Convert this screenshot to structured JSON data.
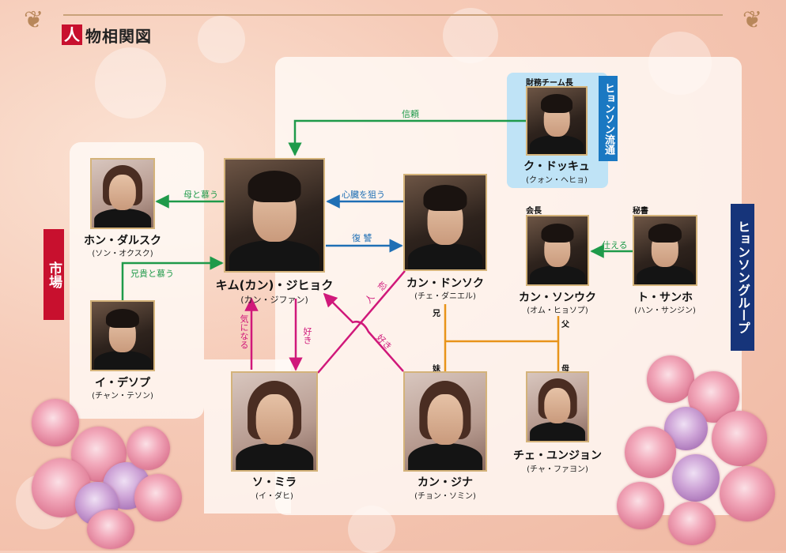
{
  "header": {
    "title_first": "人",
    "title_rest": "物相関図"
  },
  "groups": {
    "market": "市場",
    "hyunsung_group": "ヒョンソングループ",
    "hyunsung_distribution": "ヒョンソン流通"
  },
  "characters": {
    "jihyuk": {
      "name": "キム(カン)・ジヒョク",
      "actor": "(カン・ジファン)"
    },
    "dalsuk": {
      "name": "ホン・ダルスク",
      "actor": "(ソン・オクスク)"
    },
    "desop": {
      "name": "イ・デソプ",
      "actor": "(チャン・テソン)"
    },
    "dongsuk": {
      "name": "カン・ドンソク",
      "actor": "(チェ・ダニエル)"
    },
    "mira": {
      "name": "ソ・ミラ",
      "actor": "(イ・ダヒ)"
    },
    "jina": {
      "name": "カン・ジナ",
      "actor": "(チョン・ソミン)"
    },
    "dokkyu": {
      "name": "ク・ドッキュ",
      "actor": "(クォン・ヘヒョ)",
      "role": "財務チーム長"
    },
    "sonuk": {
      "name": "カン・ソンウク",
      "actor": "(オム・ヒョソプ)",
      "role": "会長"
    },
    "sanho": {
      "name": "ト・サンホ",
      "actor": "(ハン・サンジン)",
      "role": "秘書"
    },
    "eunjung": {
      "name": "チェ・ユンジョン",
      "actor": "(チャ・ファヨン)"
    }
  },
  "relations": {
    "trust": "信頼",
    "mother_admire": "母と慕う",
    "brother_admire": "兄貴と慕う",
    "target_heart": "心臓を狙う",
    "revenge": "復 讐",
    "serve": "仕える",
    "curious": "気になる",
    "like_a": "好き",
    "like_b": "好き",
    "lover_1": "恋",
    "lover_2": "人"
  },
  "family": {
    "brother": "兄",
    "sister": "妹",
    "father": "父",
    "mother": "母"
  },
  "colors": {
    "green": "#1f9a4a",
    "blue": "#1f6fb5",
    "magenta": "#d0187a",
    "orange": "#e8941a"
  }
}
